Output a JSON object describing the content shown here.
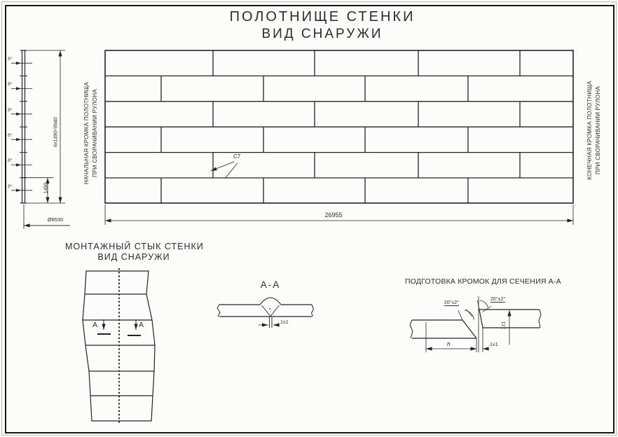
{
  "sheet": {
    "title_line1": "ПОЛОТНИЩЕ СТЕНКИ",
    "title_line2": "ВИД СНАРУЖИ"
  },
  "panel_view": {
    "left_edge_label_line1": "НАЧАЛЬНАЯ КРОМКА ПОЛОТНИЩА",
    "left_edge_label_line2": "ПРИ СВОРАЧИВАНИИ РУЛОНА",
    "right_edge_label_line1": "КОНЕЧНАЯ КРОМКА ПОЛОТНИЩА",
    "right_edge_label_line2": "ПРИ СВОРАЧИВАНИИ РУЛОНА",
    "width_dimension": "26955",
    "weld_joint_label": "С7"
  },
  "edge_strip": {
    "total_height_dimension": "6х1490=8940",
    "course_height_dimension": "1490",
    "diameter_dimension": "Ø8530",
    "thickness_label": "δ*"
  },
  "montage_joint": {
    "title_line1": "МОНТАЖНЫЙ СТЫК СТЕНКИ",
    "title_line2": "ВИД СНАРУЖИ",
    "section_letter_left": "А",
    "section_letter_right": "А"
  },
  "section_aa": {
    "title": "А-А",
    "root_gap_dimension": "1±1"
  },
  "edge_prep": {
    "title": "ПОДГОТОВКА КРОМОК ДЛЯ СЕЧЕНИЯ А-А",
    "left_bevel_angle": "20°±2°",
    "right_bevel_angle": "20°±2°",
    "bevel_width_dimension": "h",
    "root_gap_dimension": "1±1",
    "offset_dimension": "1±1"
  }
}
